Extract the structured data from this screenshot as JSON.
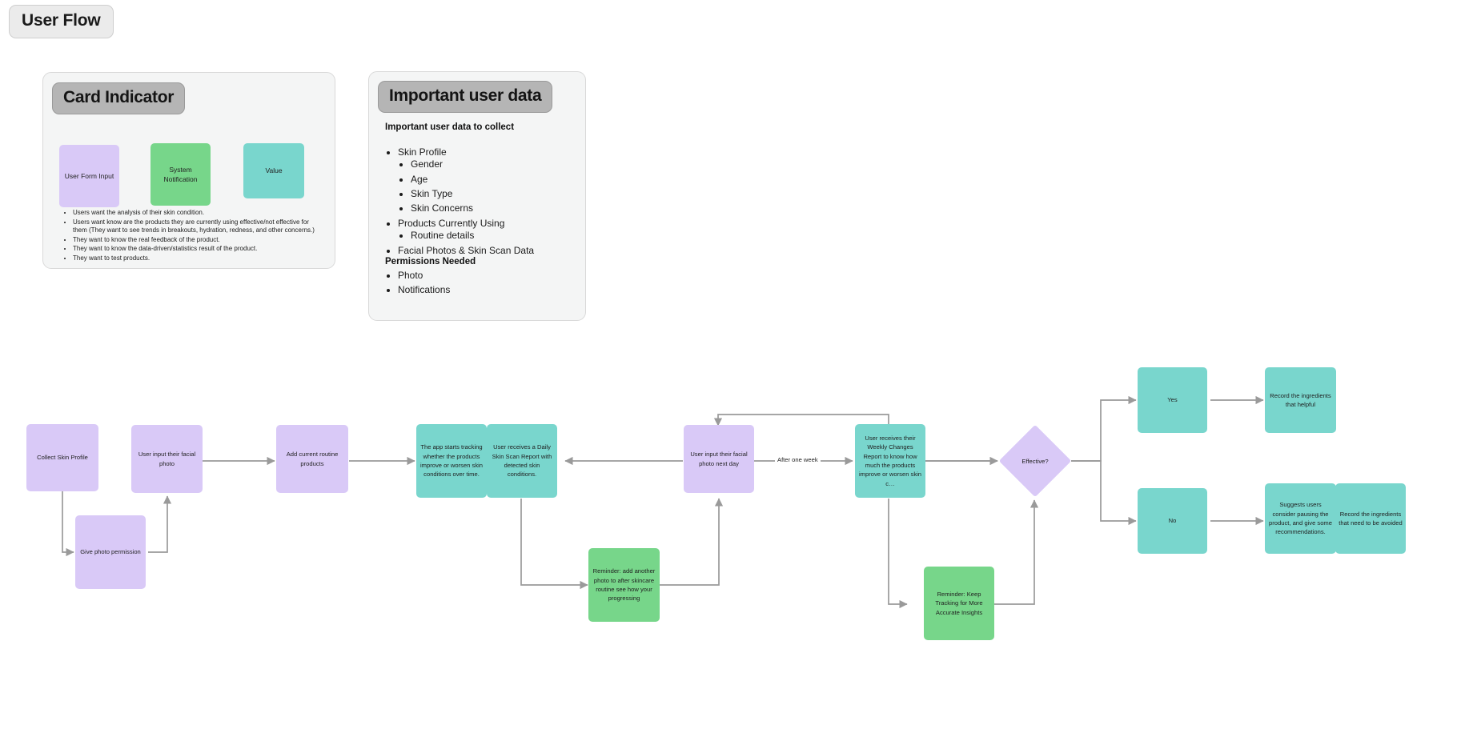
{
  "page": {
    "title_chip": "User Flow"
  },
  "card_indicator": {
    "chip_label": "Card Indicator",
    "swatches": [
      {
        "label": "User Form Input",
        "color": "#d9c9f7"
      },
      {
        "label": "System Notification",
        "color": "#77d68a"
      },
      {
        "label": "Value",
        "color": "#79d6cd"
      }
    ],
    "notes": [
      "Users want the analysis of their skin condition.",
      "Users want know are the products they are currently using effective/not effective for them (They want to see trends in breakouts, hydration, redness, and other concerns.)",
      "They want to know the real feedback of the product.",
      "They want to know the data-driven/statistics result of the product.",
      "They want to test products."
    ]
  },
  "user_data_card": {
    "chip_label": "Important user data",
    "collect_heading": "Important user data to collect",
    "collect_items": [
      {
        "label": "Skin Profile",
        "children": [
          "Gender",
          "Age",
          "Skin Type",
          "Skin Concerns"
        ]
      },
      {
        "label": "Products Currently Using",
        "children": [
          "Routine details"
        ]
      },
      {
        "label": "Facial Photos & Skin Scan Data",
        "children": []
      }
    ],
    "permissions_heading": "Permissions Needed",
    "permissions_items": [
      "Photo",
      "Notifications"
    ]
  },
  "flow": {
    "nodes": [
      {
        "id": "collect-skin-profile",
        "label": "Collect Skin Profile",
        "kind": "purple"
      },
      {
        "id": "give-photo-permission",
        "label": "Give photo permission",
        "kind": "purple"
      },
      {
        "id": "user-input-facial-photo",
        "label": "User input their facial photo",
        "kind": "purple"
      },
      {
        "id": "add-current-routine-products",
        "label": "Add current routine products",
        "kind": "purple"
      },
      {
        "id": "app-starts-tracking",
        "label": "The app starts tracking whether the products improve or worsen skin conditions over time.",
        "kind": "teal"
      },
      {
        "id": "daily-skin-scan-report",
        "label": "User receives a Daily Skin Scan Report with detected skin conditions.",
        "kind": "teal"
      },
      {
        "id": "reminder-add-another-photo",
        "label": "Reminder: add another photo to after skincare routine see how your progressing",
        "kind": "green"
      },
      {
        "id": "user-input-photo-next-day",
        "label": "User input their facial photo next day",
        "kind": "purple"
      },
      {
        "id": "weekly-changes-report",
        "label": "User receives their Weekly Changes Report to know how much the products improve or worsen skin c…",
        "kind": "teal"
      },
      {
        "id": "reminder-keep-tracking",
        "label": "Reminder: Keep Tracking for More Accurate Insights",
        "kind": "green"
      },
      {
        "id": "effective-decision",
        "label": "Effective?",
        "kind": "diamond"
      },
      {
        "id": "branch-yes",
        "label": "Yes",
        "kind": "teal"
      },
      {
        "id": "branch-no",
        "label": "No",
        "kind": "teal"
      },
      {
        "id": "record-helpful-ingredients",
        "label": "Record the ingredients that helpful",
        "kind": "teal"
      },
      {
        "id": "suggest-pause-product",
        "label": "Suggests users consider pausing the product, and give some recommendations.",
        "kind": "teal"
      },
      {
        "id": "record-avoid-ingredients",
        "label": "Record the ingredients that need to be avoided",
        "kind": "teal"
      }
    ],
    "edge_labels": [
      {
        "id": "after-one-week",
        "label": "After one week"
      }
    ]
  }
}
